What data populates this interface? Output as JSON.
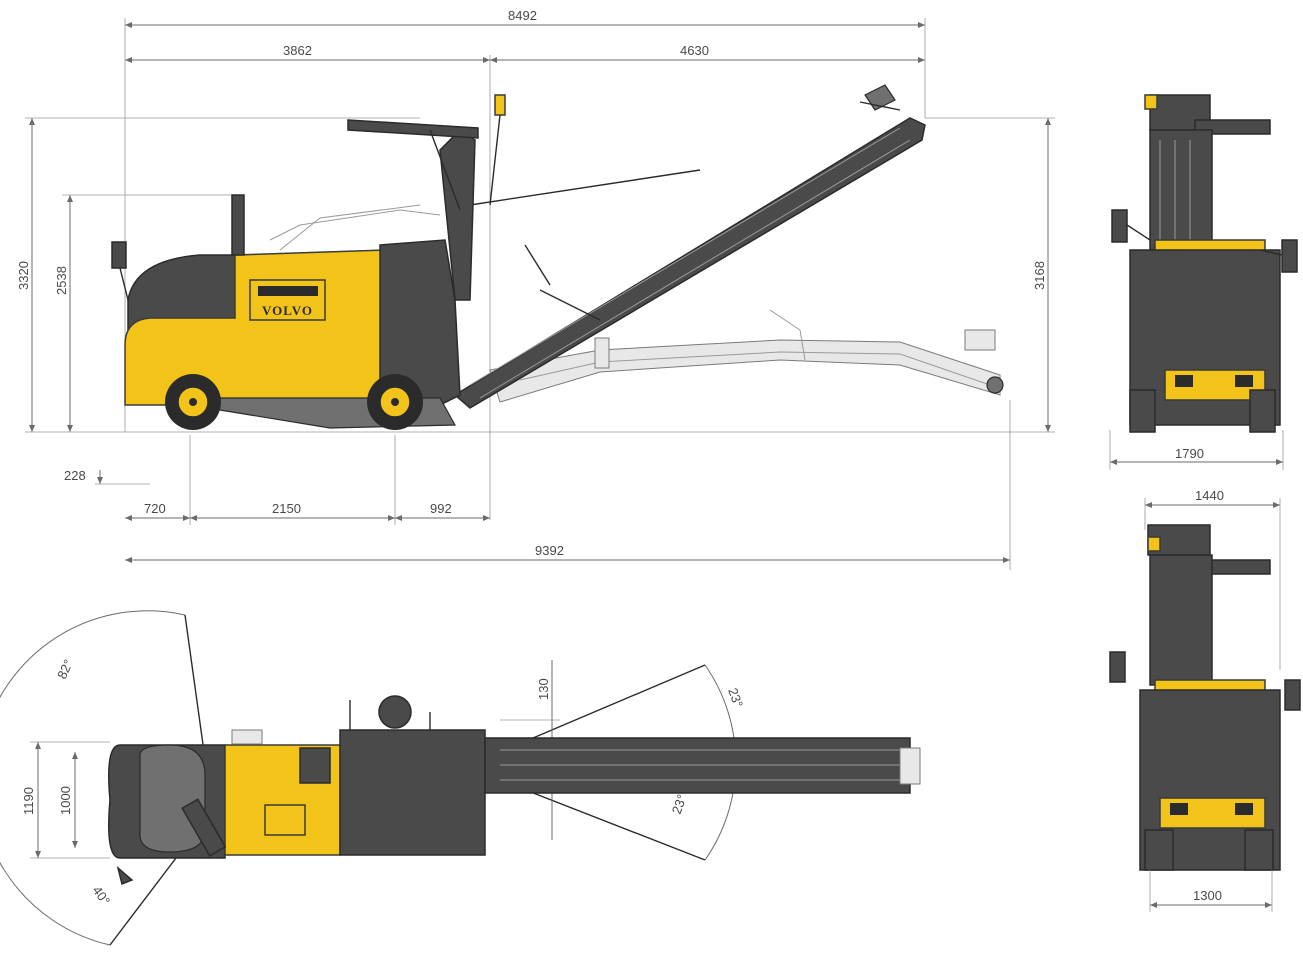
{
  "side_view": {
    "dim_overall_top": "8492",
    "dim_front_section": "3862",
    "dim_conveyor_section": "4630",
    "dim_height_roof": "3320",
    "dim_height_body": "2538",
    "dim_height_conveyor": "3168",
    "dim_ground_clearance": "228",
    "dim_front_overhang": "720",
    "dim_wheelbase": "2150",
    "dim_rear_to_drum": "992",
    "dim_overall_conveyor_extended": "9392",
    "logo_text": "VOLVO"
  },
  "rear_view_top": {
    "dim_width": "1790"
  },
  "rear_view_bottom": {
    "dim_width_top": "1440",
    "dim_width_bottom": "1300"
  },
  "top_view": {
    "angle_steer_up": "82°",
    "angle_steer_down": "40°",
    "angle_conveyor_up": "23°",
    "angle_conveyor_down": "23°",
    "dim_offset": "130",
    "dim_width_outer": "1190",
    "dim_width_inner": "1000"
  },
  "colors": {
    "machine_yellow": "#f2c318",
    "machine_dark": "#4a4a4a",
    "dimension_line": "#6b6b6b"
  }
}
